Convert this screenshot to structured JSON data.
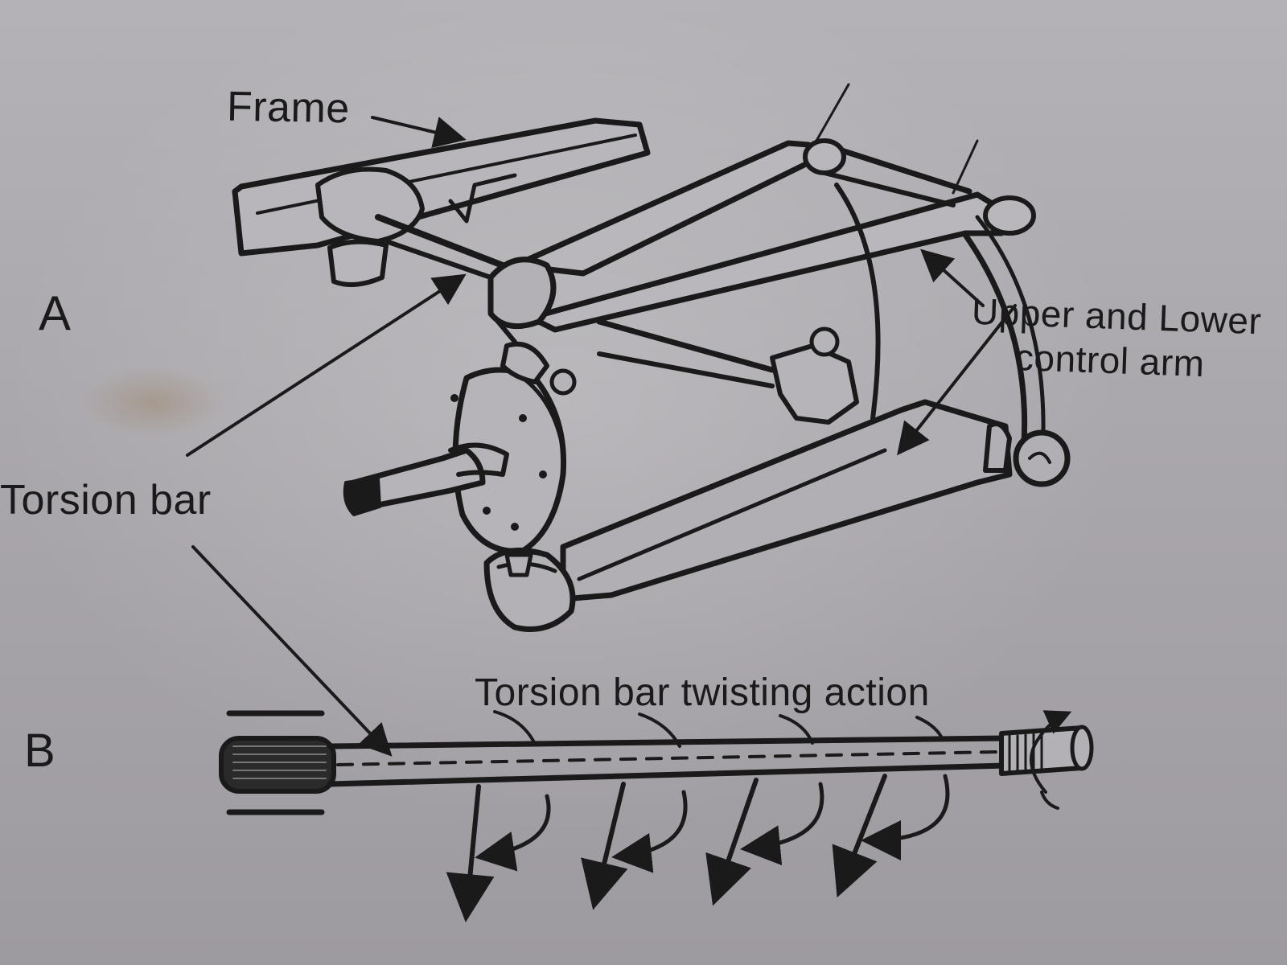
{
  "figure_a": {
    "panel_label": "A",
    "frame_label": "Frame",
    "control_arm_label_line1": "Upper and Lower",
    "control_arm_label_line2": "control arm"
  },
  "torsion_bar_label": "Torsion bar",
  "figure_b": {
    "panel_label": "B",
    "twisting_label": "Torsion bar twisting action"
  },
  "colors": {
    "paper": "#aeabb0",
    "ink": "#1a1a1a"
  }
}
